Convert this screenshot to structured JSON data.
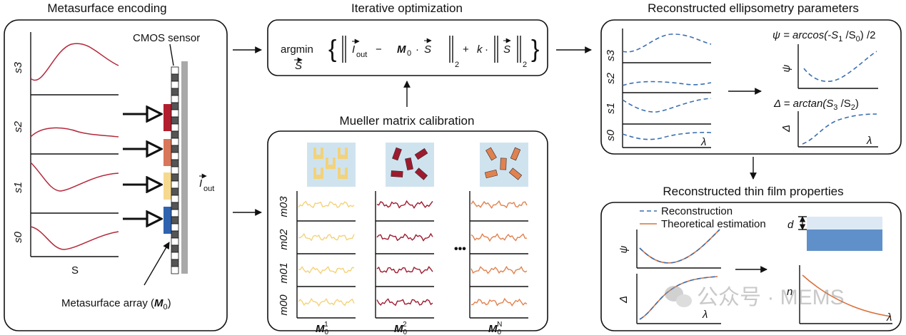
{
  "panels": {
    "encoding": {
      "title": "Metasurface encoding",
      "sensor_label": "CMOS sensor",
      "y_labels": [
        "s3",
        "s2",
        "s1",
        "s0"
      ],
      "x_label": "S",
      "array_label": "Metasurface array (",
      "array_symbol": "M",
      "array_sub": "0",
      "array_close": ")",
      "iout_label": "I",
      "iout_sub": "out",
      "filter_colors": [
        "#b21e2e",
        "#d9775a",
        "#f6d98f",
        "#2f63b0"
      ]
    },
    "optimization": {
      "title": "Iterative optimization",
      "op": "argmin",
      "op_sub": "S",
      "expr_i": "I",
      "expr_i_sub": "out",
      "expr_minus": "−",
      "expr_m": "M",
      "expr_m_sub": "0",
      "expr_dot": "·",
      "expr_s": "S",
      "expr_norm_sub": "2",
      "expr_plus": "+",
      "expr_k": "k",
      "open_brace": "{",
      "close_brace": "}"
    },
    "calibration": {
      "title": "Mueller matrix calibration",
      "y_labels": [
        "m03",
        "m02",
        "m01",
        "m00"
      ],
      "matrices": [
        {
          "symbol": "M",
          "sub": "0",
          "sup": "1",
          "color": "#f3d27a"
        },
        {
          "symbol": "M",
          "sub": "0",
          "sup": "2",
          "color": "#9e1b2f"
        },
        {
          "symbol": "M",
          "sub": "0",
          "sup": "N",
          "color": "#e0824f"
        }
      ],
      "ellipsis": "•••",
      "tile_bg": "#cfe3ef"
    },
    "ellipsometry": {
      "title": "Reconstructed ellipsometry parameters",
      "y_labels": [
        "s3",
        "s2",
        "s1",
        "s0"
      ],
      "x_label": "λ",
      "psi_eq": "ψ = arccos(-S",
      "psi_eq_sub1": "1",
      "psi_eq_mid": " /S",
      "psi_eq_sub2": "0",
      "psi_eq_end": ") /2",
      "delta_eq": "Δ = arctan(S",
      "delta_eq_sub1": "3",
      "delta_eq_mid": " /S",
      "delta_eq_sub2": "2",
      "delta_eq_end": ")",
      "psi_label": "ψ",
      "delta_label": "Δ"
    },
    "thinfilm": {
      "title": "Reconstructed thin film properties",
      "legend": [
        "Reconstruction",
        "Theoretical estimation"
      ],
      "psi_label": "ψ",
      "delta_label": "Δ",
      "x_label": "λ",
      "d_label": "d",
      "n_label": "n",
      "film_top_color": "#dce9f5",
      "film_bottom_color": "#5f90c9"
    }
  },
  "watermark": {
    "text": "公众号 · MEMS"
  }
}
